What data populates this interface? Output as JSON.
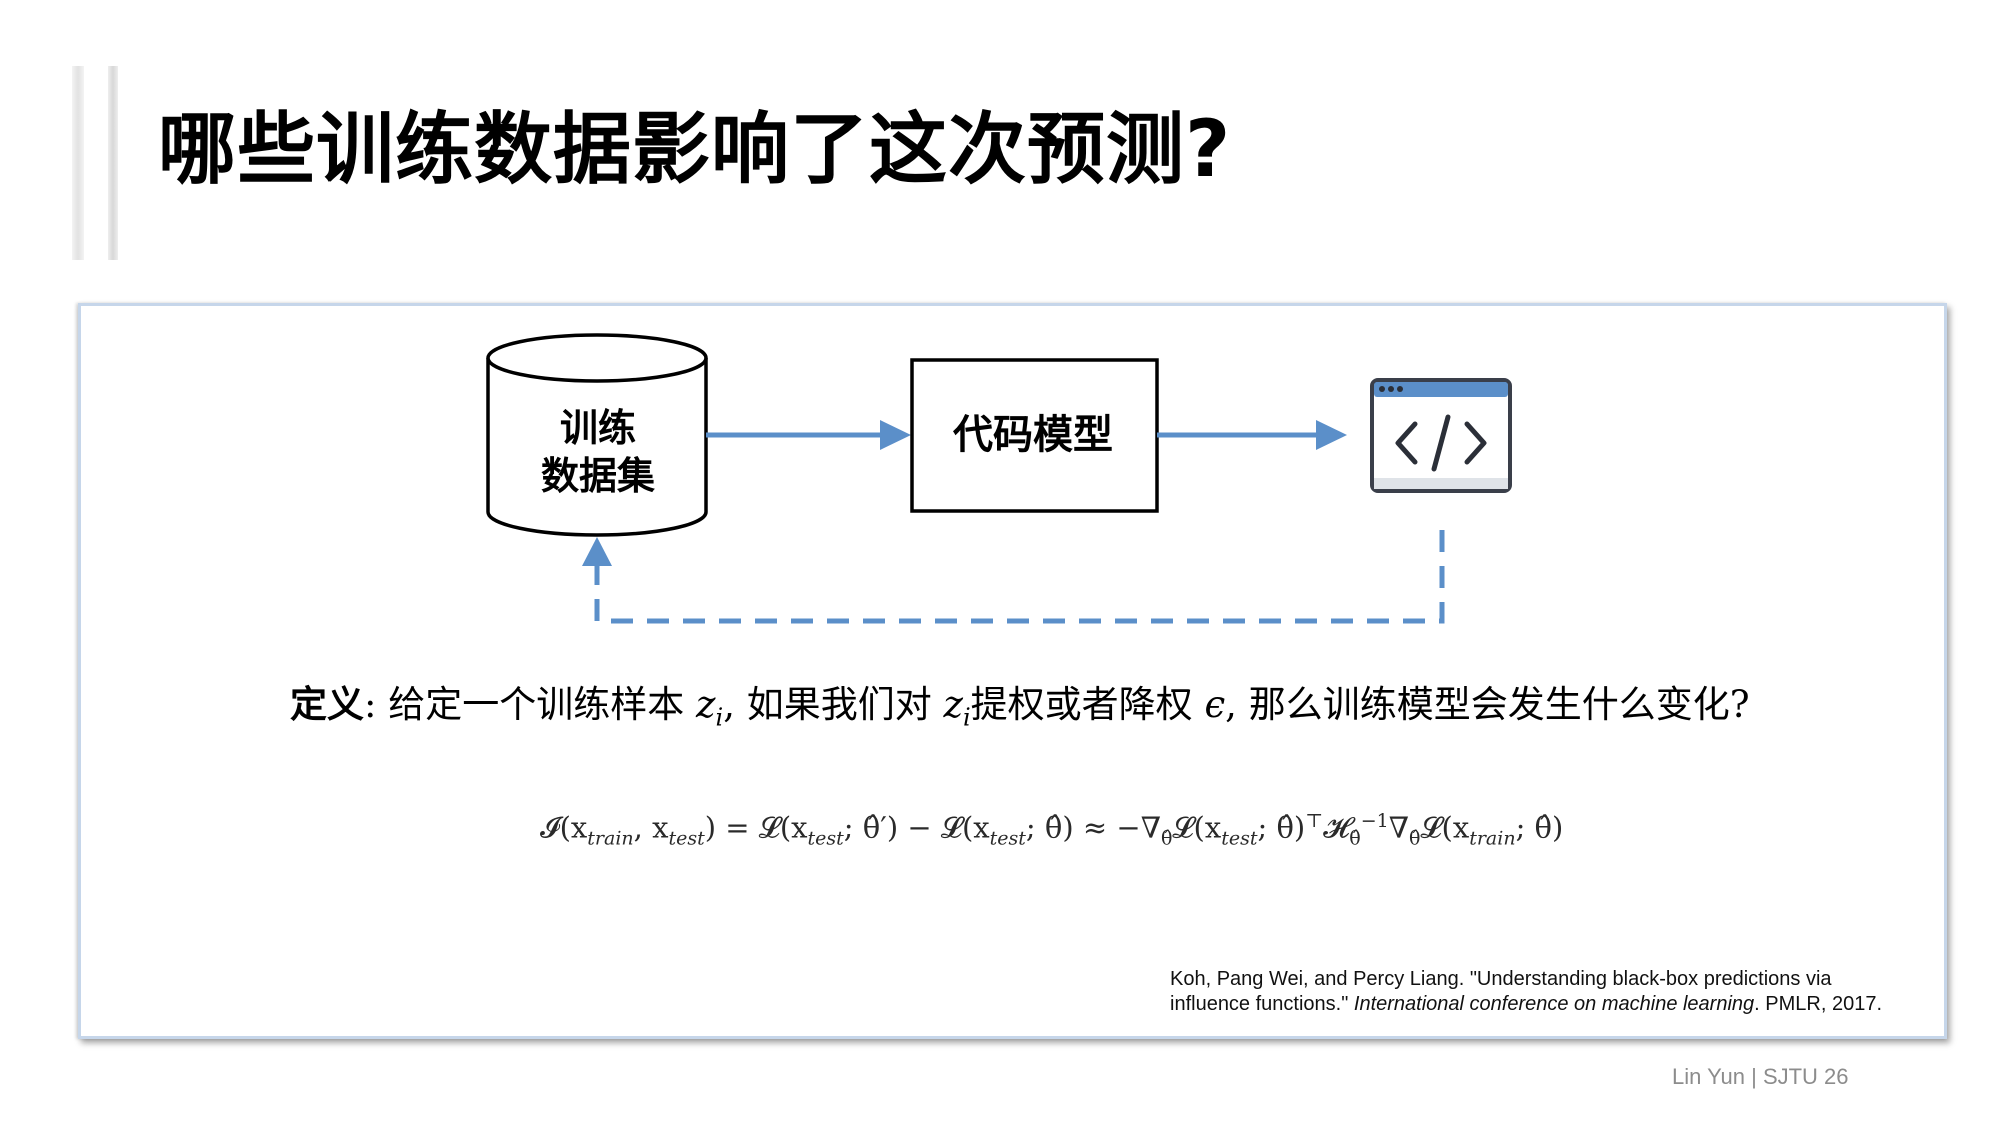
{
  "title": "哪些训练数据影响了这次预测?",
  "diagram": {
    "dataset_line1": "训练",
    "dataset_line2": "数据集",
    "model_label": "代码模型",
    "output_icon": "code-window-icon",
    "colors": {
      "arrow": "#5b8fc9",
      "icon_bar": "#5b8fc9"
    }
  },
  "definition": {
    "term": "定义",
    "colon": ":",
    "part1": "给定一个训练样本 ",
    "var1": "z",
    "sub1": "i",
    "part2": ", 如果我们对 ",
    "var2": "z",
    "sub2": "i",
    "part3": "提权或者降权 ",
    "var3": "ϵ",
    "part4": ",  那么训练模型会发生什么变化?"
  },
  "formula": {
    "lhs_I": "𝓘",
    "lhs_args_open": "(x",
    "train": "train",
    "comma": ", x",
    "test": "test",
    "lhs_close": ") = ",
    "L1": "𝓛",
    "L1_open": "(x",
    "L1_mid": "; θ̂′) − ",
    "L2": "𝓛",
    "L2_open": "(x",
    "L2_mid": "; θ̂) ≈ −∇",
    "theta_hat": "θ̂",
    "L3": "𝓛",
    "L3_open": "(x",
    "L3_mid": "; θ̂)",
    "transpose": "⊤",
    "H": "𝓗",
    "inv": "−1",
    "nabla": "∇",
    "L4": "𝓛",
    "L4_open": "(x",
    "L4_close": "; θ̂)"
  },
  "citation": {
    "line1": "Koh, Pang Wei, and Percy Liang. \"Understanding black-box predictions via",
    "line2_plain": "influence functions.\" ",
    "line2_venue": "International conference on machine learning",
    "line2_end": ". PMLR, 2017."
  },
  "footer": "Lin Yun | SJTU 26"
}
